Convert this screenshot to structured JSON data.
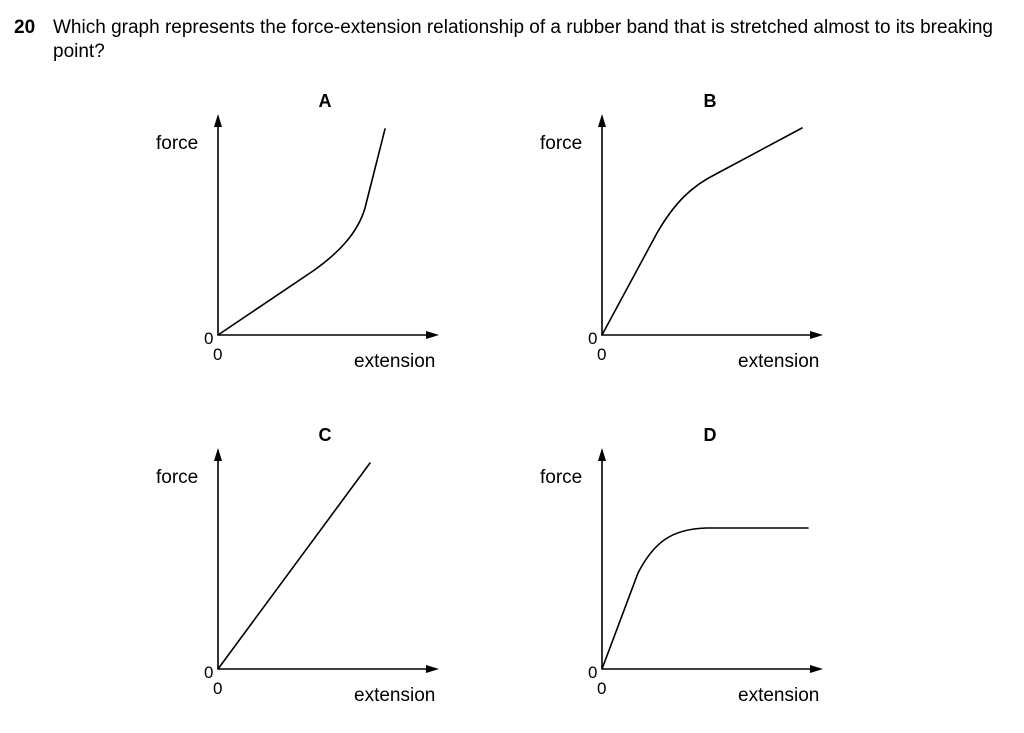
{
  "question": {
    "number": "20",
    "text": "Which graph represents the force-extension relationship of a rubber band that is stretched almost to its breaking point?"
  },
  "graphs": [
    {
      "letter": "A",
      "y_label": "force",
      "x_label": "extension",
      "origin_x": "0",
      "origin_y": "0"
    },
    {
      "letter": "B",
      "y_label": "force",
      "x_label": "extension",
      "origin_x": "0",
      "origin_y": "0"
    },
    {
      "letter": "C",
      "y_label": "force",
      "x_label": "extension",
      "origin_x": "0",
      "origin_y": "0"
    },
    {
      "letter": "D",
      "y_label": "force",
      "x_label": "extension",
      "origin_x": "0",
      "origin_y": "0"
    }
  ]
}
